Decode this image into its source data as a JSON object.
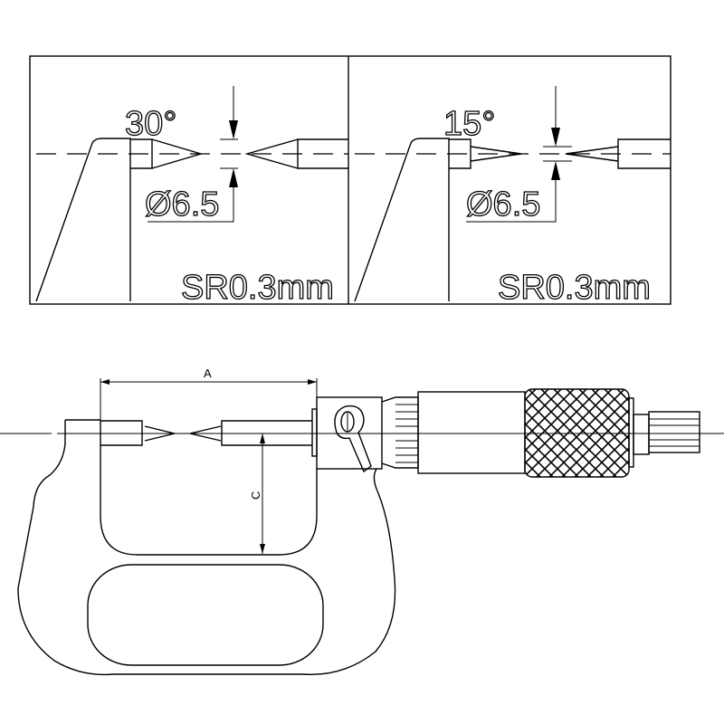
{
  "detail_panels": [
    {
      "angle_label": "30°",
      "diameter_label": "Ø6.5",
      "radius_label": "SR0.3mm"
    },
    {
      "angle_label": "15°",
      "diameter_label": "Ø6.5",
      "radius_label": "SR0.3mm"
    }
  ],
  "main_view": {
    "dimension_a_label": "A",
    "dimension_c_label": "C"
  }
}
